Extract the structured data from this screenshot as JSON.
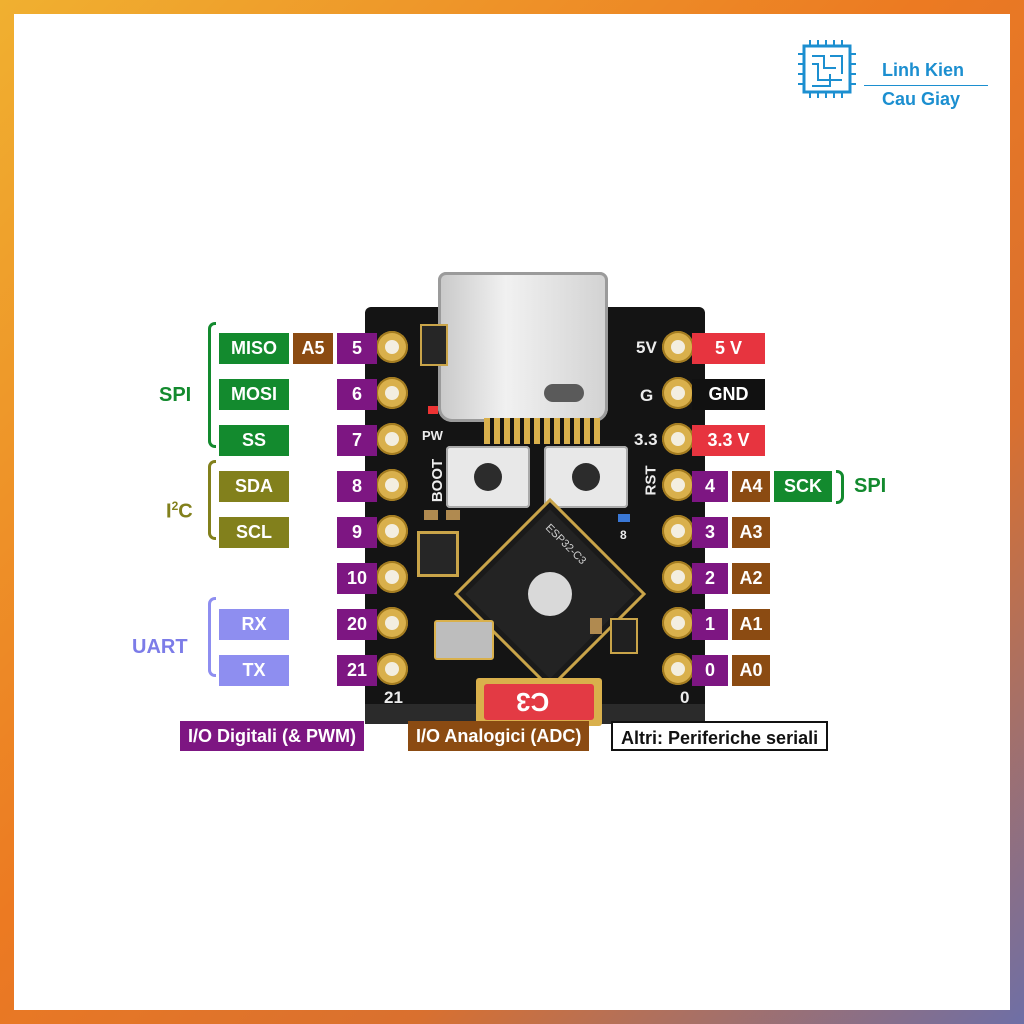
{
  "brand": {
    "line1": "Linh Kien",
    "line2": "Cau Giay",
    "logo_icon": "circuit-chip-icon",
    "color": "#1c8fd0"
  },
  "groups": {
    "spi_left": "SPI",
    "i2c_main": "I",
    "i2c_sup": "2",
    "i2c_tail": "C",
    "uart": "UART",
    "spi_right": "SPI"
  },
  "left_pins": [
    {
      "func": "MISO",
      "analog": "A5",
      "gpio": "5"
    },
    {
      "func": "MOSI",
      "analog": "",
      "gpio": "6"
    },
    {
      "func": "SS",
      "analog": "",
      "gpio": "7"
    },
    {
      "func": "SDA",
      "analog": "",
      "gpio": "8"
    },
    {
      "func": "SCL",
      "analog": "",
      "gpio": "9"
    },
    {
      "func": "",
      "analog": "",
      "gpio": "10"
    },
    {
      "func": "RX",
      "analog": "",
      "gpio": "20"
    },
    {
      "func": "TX",
      "analog": "",
      "gpio": "21"
    }
  ],
  "right_pins": [
    {
      "power": "5 V"
    },
    {
      "power": "GND"
    },
    {
      "power": "3.3 V"
    },
    {
      "gpio": "4",
      "analog": "A4",
      "func": "SCK"
    },
    {
      "gpio": "3",
      "analog": "A3"
    },
    {
      "gpio": "2",
      "analog": "A2"
    },
    {
      "gpio": "1",
      "analog": "A1"
    },
    {
      "gpio": "0",
      "analog": "A0"
    }
  ],
  "board": {
    "silk_5v": "5V",
    "silk_g": "G",
    "silk_33": "3.3",
    "silk_pw": "PW",
    "silk_boot": "BOOT",
    "silk_rst": "RST",
    "silk_8": "8",
    "silk_21": "21",
    "silk_0": "0",
    "chip_text": "ESP32-C3",
    "logo_text": "C3"
  },
  "legend": {
    "digital": "I/O Digitali (& PWM)",
    "analog": "I/O Analogici (ADC)",
    "other": "Altri: Periferiche seriali"
  },
  "colors": {
    "spi": "#138a2e",
    "analog": "#8b4b12",
    "digital": "#7d1682",
    "i2c": "#82801c",
    "uart": "#8e8ef0",
    "power": "#e7343f",
    "ground": "#111111"
  }
}
